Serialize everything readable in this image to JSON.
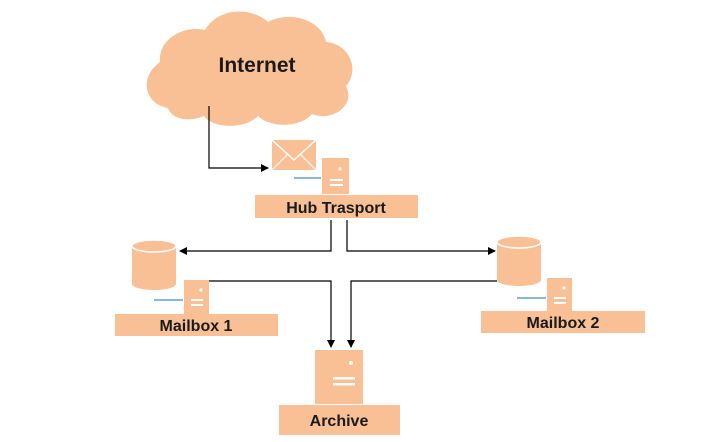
{
  "diagram": {
    "cloud": {
      "label": "Internet"
    },
    "nodes": {
      "hub": {
        "label": "Hub Trasport"
      },
      "mailbox1": {
        "label": "Mailbox 1"
      },
      "mailbox2": {
        "label": "Mailbox 2"
      },
      "archive": {
        "label": "Archive"
      }
    },
    "icons": {
      "envelope": "envelope-icon",
      "server": "server-icon",
      "database": "database-icon",
      "cloud": "cloud-icon"
    }
  },
  "colors": {
    "node_fill": "#f9bf95",
    "icon_accent": "#3b8fc7",
    "connector": "#000000",
    "text": "#1a1a1a"
  }
}
